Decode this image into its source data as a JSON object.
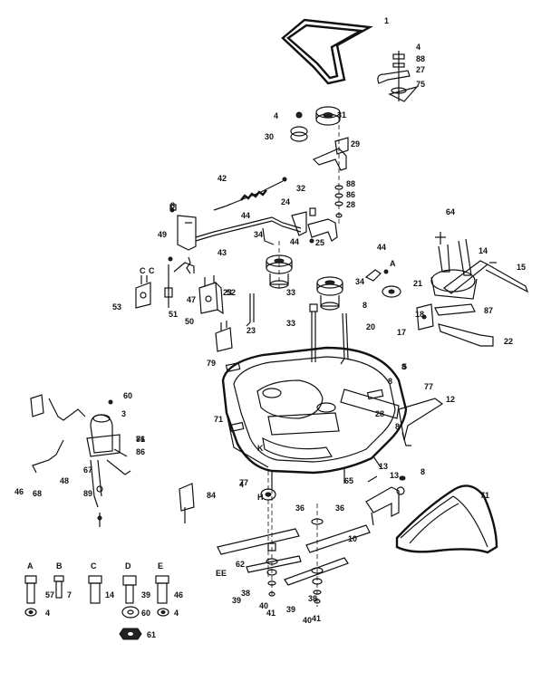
{
  "callouts": [
    "1",
    "4",
    "88",
    "27",
    "75",
    "31",
    "4",
    "30",
    "29",
    "88",
    "86",
    "28",
    "42",
    "32",
    "24",
    "44",
    "49",
    "8",
    "43",
    "34",
    "44",
    "25",
    "64",
    "44",
    "14",
    "15",
    "C",
    "C",
    "53",
    "51",
    "47",
    "50",
    "23",
    "33",
    "34",
    "A",
    "21",
    "8",
    "33",
    "20",
    "18",
    "87",
    "17",
    "22",
    "52",
    "23",
    "79",
    "8",
    "5",
    "77",
    "4",
    "60",
    "3",
    "12",
    "71",
    "86",
    "86",
    "8",
    "28",
    "8",
    "71",
    "48",
    "67",
    "46",
    "89",
    "65",
    "13",
    "13",
    "8",
    "77",
    "K",
    "H",
    "84",
    "36",
    "36",
    "10",
    "71",
    "62",
    "E",
    "39",
    "38",
    "40",
    "41",
    "38",
    "39",
    "40",
    "41",
    "E",
    "68"
  ],
  "hardware_key": [
    {
      "letter": "A",
      "number": "57",
      "washer": "4"
    },
    {
      "letter": "B",
      "number": "7",
      "washer": ""
    },
    {
      "letter": "C",
      "number": "14",
      "washer": ""
    },
    {
      "letter": "D",
      "number": "39",
      "washer": "60"
    },
    {
      "letter": "E",
      "number": "46",
      "washer": "4"
    }
  ],
  "bottom_nut": "61"
}
